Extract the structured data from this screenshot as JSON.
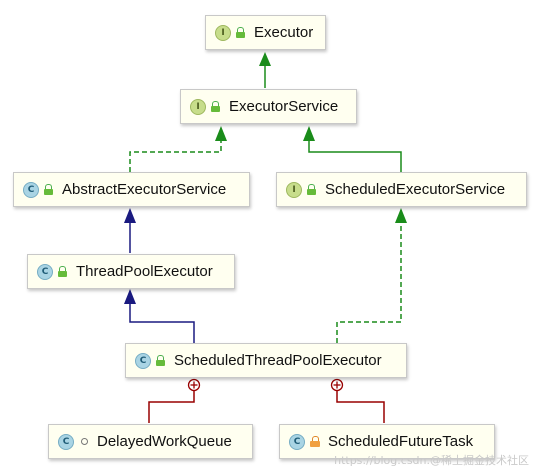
{
  "nodes": {
    "executor": {
      "kind": "I",
      "label": "Executor"
    },
    "executor_service": {
      "kind": "I",
      "label": "ExecutorService"
    },
    "abstract_executor_service": {
      "kind": "C",
      "label": "AbstractExecutorService"
    },
    "scheduled_executor_service": {
      "kind": "I",
      "label": "ScheduledExecutorService"
    },
    "thread_pool_executor": {
      "kind": "C",
      "label": "ThreadPoolExecutor"
    },
    "scheduled_thread_pool_executor": {
      "kind": "C",
      "label": "ScheduledThreadPoolExecutor"
    },
    "delayed_work_queue": {
      "kind": "C",
      "label": "DelayedWorkQueue"
    },
    "scheduled_future_task": {
      "kind": "C",
      "label": "ScheduledFutureTask"
    }
  },
  "edges": [
    {
      "from": "executor_service",
      "to": "executor",
      "type": "extends-interface"
    },
    {
      "from": "abstract_executor_service",
      "to": "executor_service",
      "type": "implements"
    },
    {
      "from": "scheduled_executor_service",
      "to": "executor_service",
      "type": "extends-interface"
    },
    {
      "from": "thread_pool_executor",
      "to": "abstract_executor_service",
      "type": "extends-class"
    },
    {
      "from": "scheduled_thread_pool_executor",
      "to": "thread_pool_executor",
      "type": "extends-class"
    },
    {
      "from": "scheduled_thread_pool_executor",
      "to": "scheduled_executor_service",
      "type": "implements"
    },
    {
      "from": "delayed_work_queue",
      "to": "scheduled_thread_pool_executor",
      "type": "inner-class"
    },
    {
      "from": "scheduled_future_task",
      "to": "scheduled_thread_pool_executor",
      "type": "inner-class"
    }
  ],
  "colors": {
    "interface_edge": "#1a8c1a",
    "class_edge": "#1a1a80",
    "inner_edge": "#990000"
  },
  "watermark": "https://blog.csdn.@稀土掘金技术社区"
}
